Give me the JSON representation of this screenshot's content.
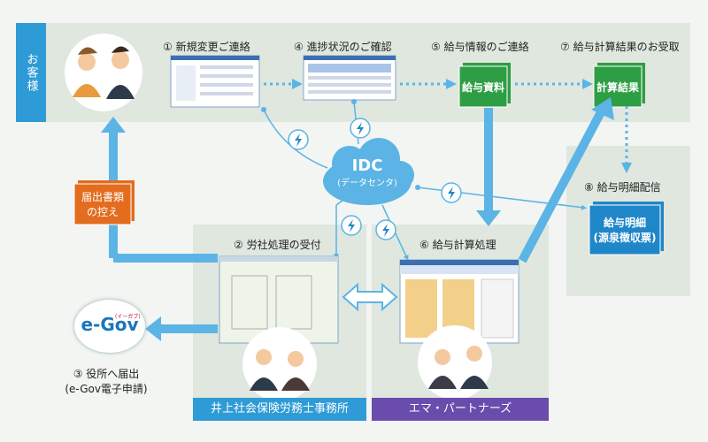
{
  "customer": {
    "label": "お客様"
  },
  "steps": {
    "s1": "① 新規変更ご連絡",
    "s4": "④ 進捗状況のご確認",
    "s5": "⑤ 給与情報のご連絡",
    "s7": "⑦ 給与計算結果のお受取",
    "s8": "⑧ 給与明細配信",
    "s2": "② 労社処理の受付",
    "s6": "⑥ 給与計算処理",
    "s3_line1": "③ 役所へ届出",
    "s3_line2": "(e-Gov電子申請)"
  },
  "docs": {
    "payroll_data": "給与資料",
    "calc_result": "計算結果",
    "copies_l1": "届出書類",
    "copies_l2": "の控え",
    "payslip_l1": "給与明細",
    "payslip_l2": "(源泉徴収票)"
  },
  "idc": {
    "title": "IDC",
    "sub": "(データセンタ)"
  },
  "egov": {
    "mark": "e-Gov",
    "kana": "(イーガブ)"
  },
  "offices": {
    "left": "井上社会保険労務士事務所",
    "right": "エマ・パートナーズ"
  },
  "colors": {
    "blue": "#2e9bd6",
    "purple": "#6a4cad",
    "green": "#2e9e44",
    "orange": "#e36c1e",
    "light_blue": "#5bb4e5"
  },
  "icons": [
    "lightning-icon",
    "people-icon",
    "cloud-icon",
    "window-screenshot"
  ]
}
